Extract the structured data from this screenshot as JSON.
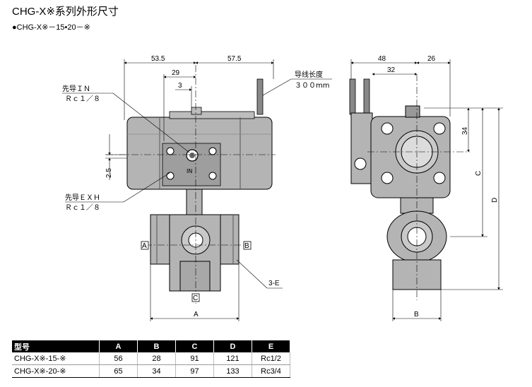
{
  "title": "CHG-X※系列外形尺寸",
  "subtitle": "●CHG-X※－15•20－※",
  "front_view": {
    "dims": {
      "d53_5": "53.5",
      "d57_5": "57.5",
      "d29": "29",
      "d3": "3",
      "d2_5": "2.5",
      "dA": "A",
      "d3E": "3-E"
    },
    "callouts": {
      "pilot_in": "先导ＩＮ",
      "pilot_in_rc": "Ｒｃ１／８",
      "pilot_exh": "先导ＥＸＨ",
      "pilot_exh_rc": "Ｒｃ１／８",
      "lead_len": "导线长度",
      "lead_len_val": "３００mm",
      "in_mark": "IN"
    },
    "ports": {
      "a": "A",
      "b": "B",
      "c": "C"
    }
  },
  "side_view": {
    "dims": {
      "d48": "48",
      "d26": "26",
      "d32": "32",
      "d34": "34",
      "dC": "C",
      "dD": "D",
      "dB": "B"
    }
  },
  "table": {
    "headers": [
      "型号",
      "A",
      "B",
      "C",
      "D",
      "E"
    ],
    "rows": [
      [
        "CHG-X※-15-※",
        "56",
        "28",
        "91",
        "121",
        "Rc1/2"
      ],
      [
        "CHG-X※-20-※",
        "65",
        "34",
        "97",
        "133",
        "Rc3/4"
      ]
    ]
  },
  "colors": {
    "body_gray": "#b4b4b4",
    "dark_gray": "#8c8c8c",
    "line": "#000000"
  }
}
